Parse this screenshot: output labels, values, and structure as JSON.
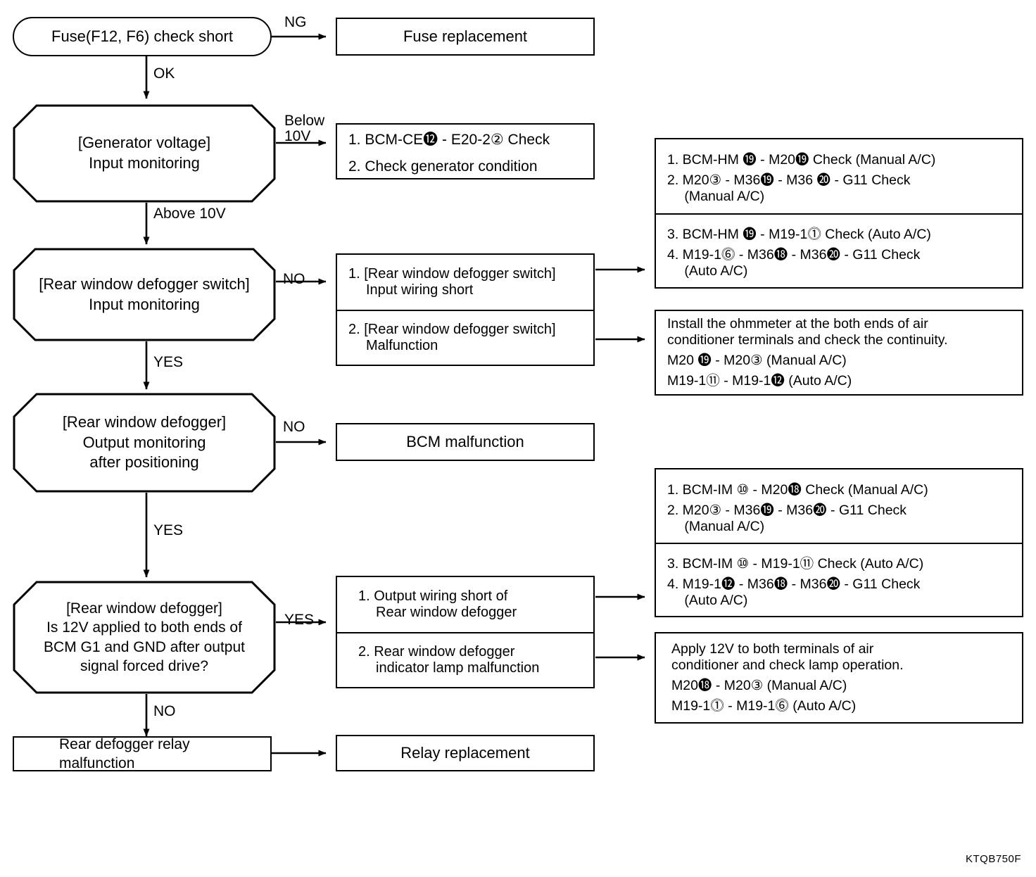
{
  "figure": {
    "code": "KTQB750F"
  },
  "nodes": {
    "fuse_check": {
      "text": "Fuse(F12, F6) check short"
    },
    "fuse_replace": {
      "text": "Fuse replacement"
    },
    "gen_voltage": {
      "line1": "[Generator voltage]",
      "line2": "Input monitoring"
    },
    "sw_input": {
      "line1": "[Rear window defogger switch]",
      "line2": "Input monitoring"
    },
    "defog_output": {
      "line1": "[Rear window defogger]",
      "line2": "Output monitoring",
      "line3": "after positioning"
    },
    "bcm_malfunction": {
      "text": "BCM malfunction"
    },
    "defog_12v": {
      "line1": "[Rear window defogger]",
      "line2": "Is 12V applied to both ends of",
      "line3": "BCM G1 and GND after output",
      "line4": "signal forced drive?"
    },
    "relay_malf": {
      "line1": "Rear defogger relay",
      "line2": "malfunction"
    },
    "relay_replace": {
      "text": "Relay replacement"
    }
  },
  "edges": {
    "ng": "NG",
    "ok": "OK",
    "below10v_l1": "Below",
    "below10v_l2": "10V",
    "above10v": "Above 10V",
    "no1": "NO",
    "yes1": "YES",
    "no2": "NO",
    "yes2": "YES",
    "yes3": "YES",
    "no3": "NO"
  },
  "boxes": {
    "gen_check": {
      "rows": [
        {
          "lines": [
            "1. BCM-CE⓬ - E20-2② Check"
          ]
        },
        {
          "lines": [
            "2. Check generator condition"
          ]
        }
      ]
    },
    "sw_causes": {
      "rows": [
        {
          "lines": [
            "1. [Rear window defogger switch]",
            "Input wiring short"
          ]
        },
        {
          "lines": [
            "2. [Rear window defogger switch]",
            "Malfunction"
          ]
        }
      ]
    },
    "out_causes": {
      "rows": [
        {
          "lines": [
            "1. Output wiring short of",
            "Rear window defogger"
          ]
        },
        {
          "lines": [
            "2. Rear window defogger",
            "indicator lamp malfunction"
          ]
        }
      ]
    },
    "sw_check": {
      "rows": [
        {
          "lines": [
            "1. BCM-HM ⓳ - M20⓳  Check (Manual A/C)",
            "2. M20③ - M36⓳ - M36 ⓴ - G11 Check",
            "(Manual A/C)"
          ]
        },
        {
          "lines": [
            "3. BCM-HM ⓳  - M19-1⓵  Check (Auto A/C)",
            "4. M19-1⓺ - M36⓲ - M36⓴ - G11 Check",
            "(Auto A/C)"
          ]
        }
      ]
    },
    "ohmmeter": {
      "lines": [
        "Install the ohmmeter at the both ends of air",
        "conditioner terminals and check the continuity.",
        "M20 ⓳ - M20③  (Manual A/C)",
        "M19-1⑪ - M19-1⓬ (Auto A/C)"
      ]
    },
    "out_check": {
      "rows": [
        {
          "lines": [
            "1. BCM-IM ⑩ - M20⓲  Check (Manual A/C)",
            "2. M20③ - M36⓳ - M36⓴ - G11 Check",
            "(Manual A/C)"
          ]
        },
        {
          "lines": [
            "3. BCM-IM ⑩  - M19-1⑪  Check (Auto A/C)",
            "4. M19-1⓬ - M36⓲ - M36⓴ - G11 Check",
            "(Auto A/C)"
          ]
        }
      ]
    },
    "apply12v": {
      "lines": [
        "Apply 12V to both terminals of air",
        "conditioner and check lamp operation.",
        "M20⓲ - M20③ (Manual A/C)",
        "M19-1⓵ - M19-1⓺ (Auto A/C)"
      ]
    }
  }
}
